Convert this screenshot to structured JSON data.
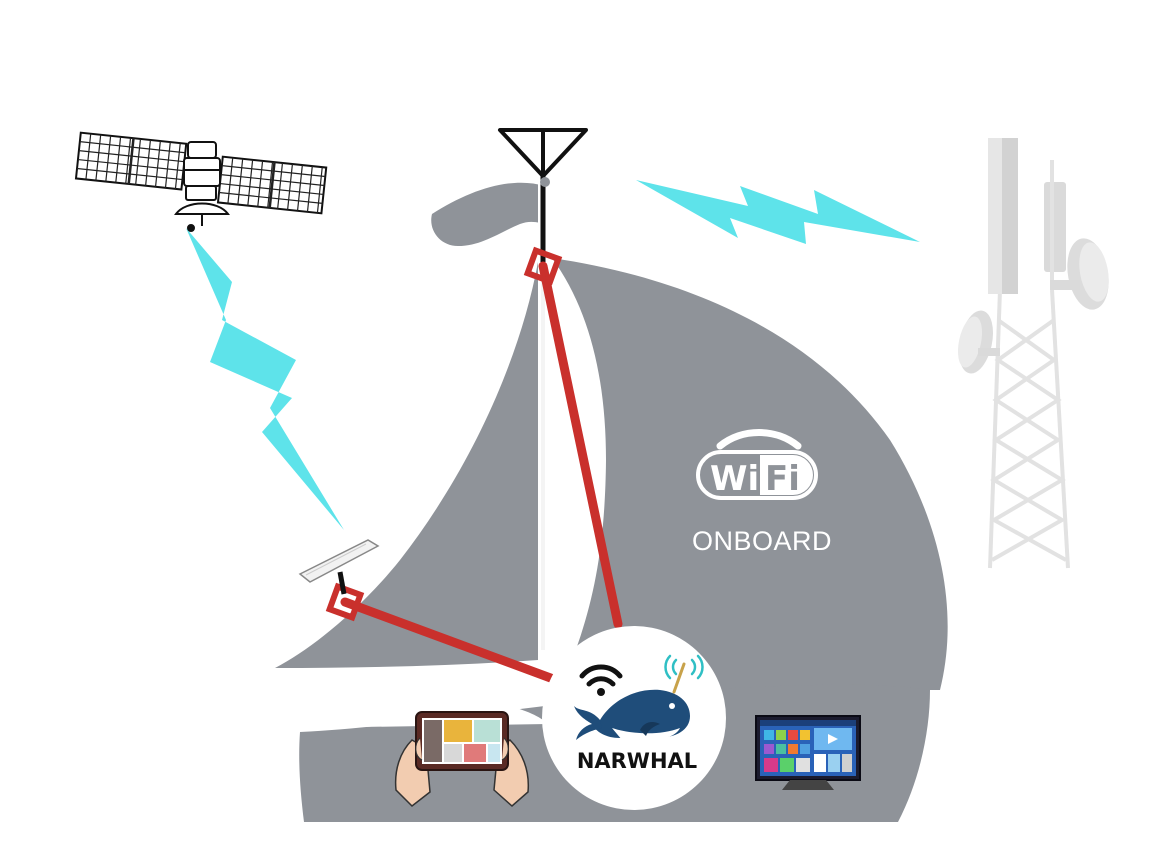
{
  "wifi_badge": {
    "wi": "Wi",
    "fi": "Fi",
    "caption": "ONBOARD"
  },
  "hub": {
    "brand": "NARWHAL"
  },
  "colors": {
    "sail": "#8f9399",
    "cable": "#c9302c",
    "lightning": "#5ee3ea",
    "tower": "#e2e2e2",
    "outline": "#111111"
  },
  "icons": [
    "satellite-icon",
    "antenna-icon",
    "cell-tower-icon",
    "starlink-dish-icon",
    "narwhal-logo-icon",
    "tablet-icon",
    "tv-icon",
    "wifi-badge-icon",
    "lightning-icon"
  ]
}
